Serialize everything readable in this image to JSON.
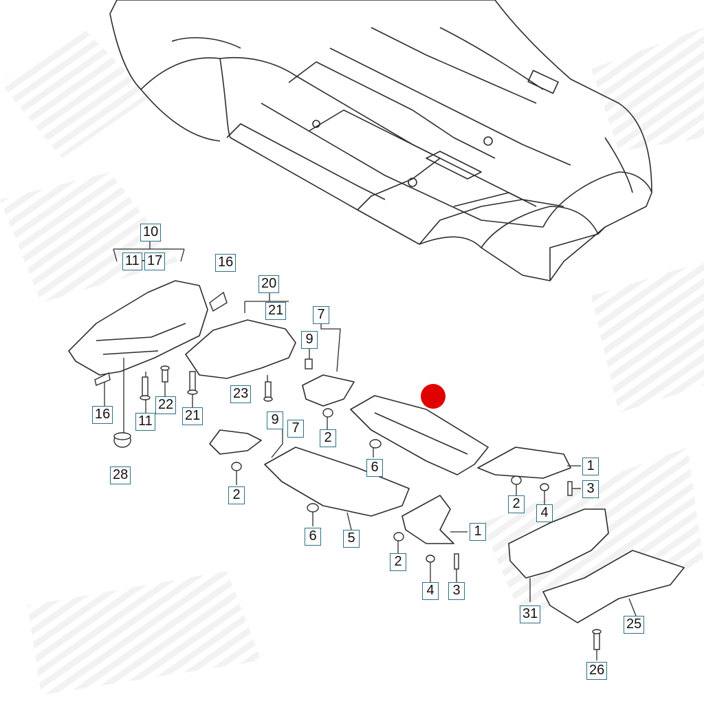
{
  "diagram": {
    "highlight_color": "#e00000",
    "callout_border_color": "#2a6f86",
    "line_color": "#2b2b2b",
    "callouts": {
      "c10": "10",
      "c11a": "11",
      "c17": "17",
      "c16a": "16",
      "c20": "20",
      "c21a": "21",
      "c7a": "7",
      "c9a": "9",
      "c16b": "16",
      "c11b": "11",
      "c22": "22",
      "c21b": "21",
      "c23": "23",
      "c2a": "2",
      "c9b": "9",
      "c7b": "7",
      "c28": "28",
      "c2b": "2",
      "c6a": "6",
      "c6b": "6",
      "c5": "5",
      "c1a": "1",
      "c3a": "3",
      "c2c": "2",
      "c4a": "4",
      "c1b": "1",
      "c2d": "2",
      "c4b": "4",
      "c3b": "3",
      "c31": "31",
      "c25": "25",
      "c26": "26"
    }
  }
}
